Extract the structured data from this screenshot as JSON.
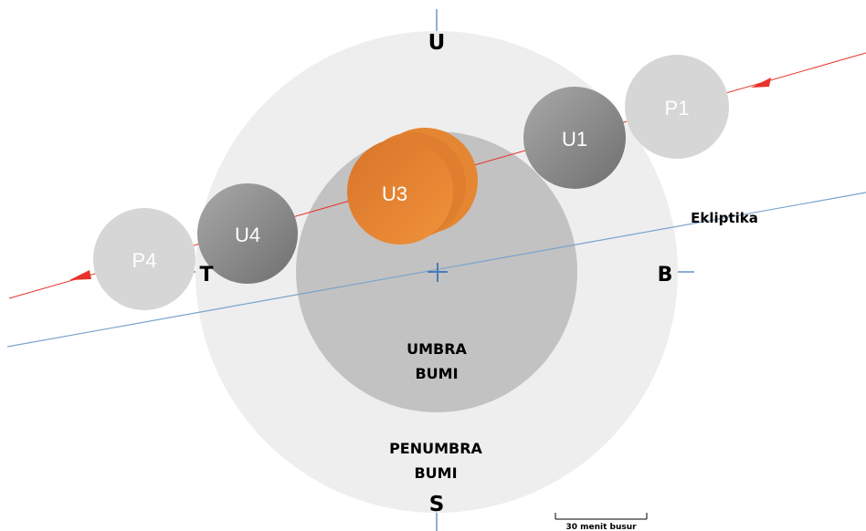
{
  "labels": {
    "north": "U",
    "south": "S",
    "east": "T",
    "west": "B",
    "ecliptic": "Ekliptika",
    "umbra_line1": "UMBRA",
    "umbra_line2": "BUMI",
    "penumbra_line1": "PENUMBRA",
    "penumbra_line2": "BUMI",
    "scale": "30 menit busur"
  },
  "moons": {
    "p1": "P1",
    "u1": "U1",
    "u3": "U3",
    "u4": "U4",
    "p4": "P4"
  },
  "colors": {
    "penumbra": "#eeeeee",
    "umbra": "#c2c2c2",
    "moon_light": "#d6d6d6",
    "moon_dark": "#8e8e8e",
    "moon_eclipsed": "#e8822f",
    "moon_path": "#e8332b",
    "ecliptic": "#7aa3cc",
    "axis": "#4a7ab8"
  }
}
